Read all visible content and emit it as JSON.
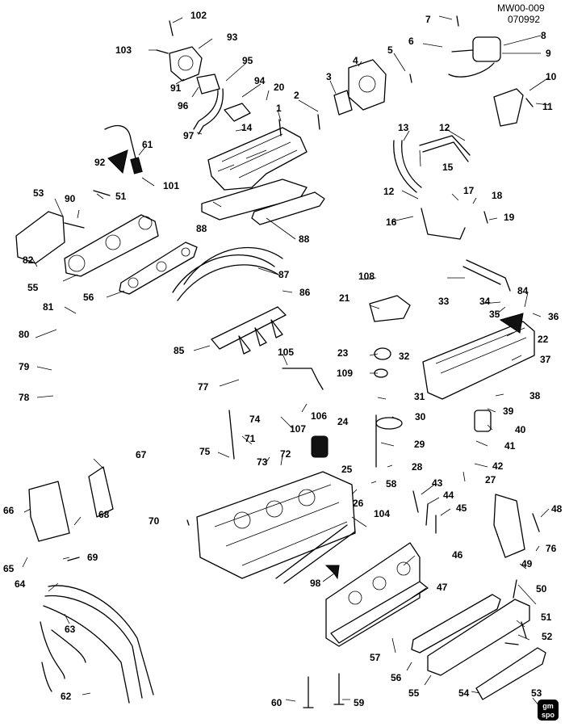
{
  "header": {
    "diagram_code": "MW00-009",
    "date_code": "070992"
  },
  "labels": {
    "l1": "1",
    "l2": "2",
    "l3": "3",
    "l4": "4",
    "l5": "5",
    "l6": "6",
    "l7": "7",
    "l8": "8",
    "l9": "9",
    "l10": "10",
    "l11": "11",
    "l12a": "12",
    "l12b": "12",
    "l13": "13",
    "l14": "14",
    "l15": "15",
    "l16": "16",
    "l17": "17",
    "l18": "18",
    "l19": "19",
    "l20": "20",
    "l21": "21",
    "l22": "22",
    "l23": "23",
    "l24": "24",
    "l25": "25",
    "l26": "26",
    "l27": "27",
    "l28": "28",
    "l29": "29",
    "l30": "30",
    "l31": "31",
    "l32": "32",
    "l33": "33",
    "l34": "34",
    "l35": "35",
    "l36": "36",
    "l37": "37",
    "l38": "38",
    "l39": "39",
    "l40": "40",
    "l41": "41",
    "l42": "42",
    "l43": "43",
    "l44": "44",
    "l45": "45",
    "l46": "46",
    "l47": "47",
    "l48": "48",
    "l49": "49",
    "l50": "50",
    "l51a": "51",
    "l51b": "51",
    "l52": "52",
    "l53a": "53",
    "l53b": "53",
    "l54": "54",
    "l55a": "55",
    "l55b": "55",
    "l56a": "56",
    "l56b": "56",
    "l57": "57",
    "l58": "58",
    "l59": "59",
    "l60": "60",
    "l61": "61",
    "l62": "62",
    "l63": "63",
    "l64": "64",
    "l65": "65",
    "l66": "66",
    "l67": "67",
    "l68": "68",
    "l69": "69",
    "l70": "70",
    "l71": "71",
    "l72": "72",
    "l73": "73",
    "l74": "74",
    "l75": "75",
    "l76": "76",
    "l77": "77",
    "l78": "78",
    "l79": "79",
    "l80": "80",
    "l81": "81",
    "l82": "82",
    "l84": "84",
    "l85": "85",
    "l86": "86",
    "l87": "87",
    "l88a": "88",
    "l88b": "88",
    "l90": "90",
    "l91": "91",
    "l92": "92",
    "l93": "93",
    "l94": "94",
    "l95": "95",
    "l96": "96",
    "l97": "97",
    "l98": "98",
    "l101": "101",
    "l102": "102",
    "l103": "103",
    "l104": "104",
    "l105": "105",
    "l106": "106",
    "l107": "107",
    "l108": "108",
    "l109": "109"
  },
  "logo": {
    "line1": "gm",
    "line2": "spo"
  }
}
